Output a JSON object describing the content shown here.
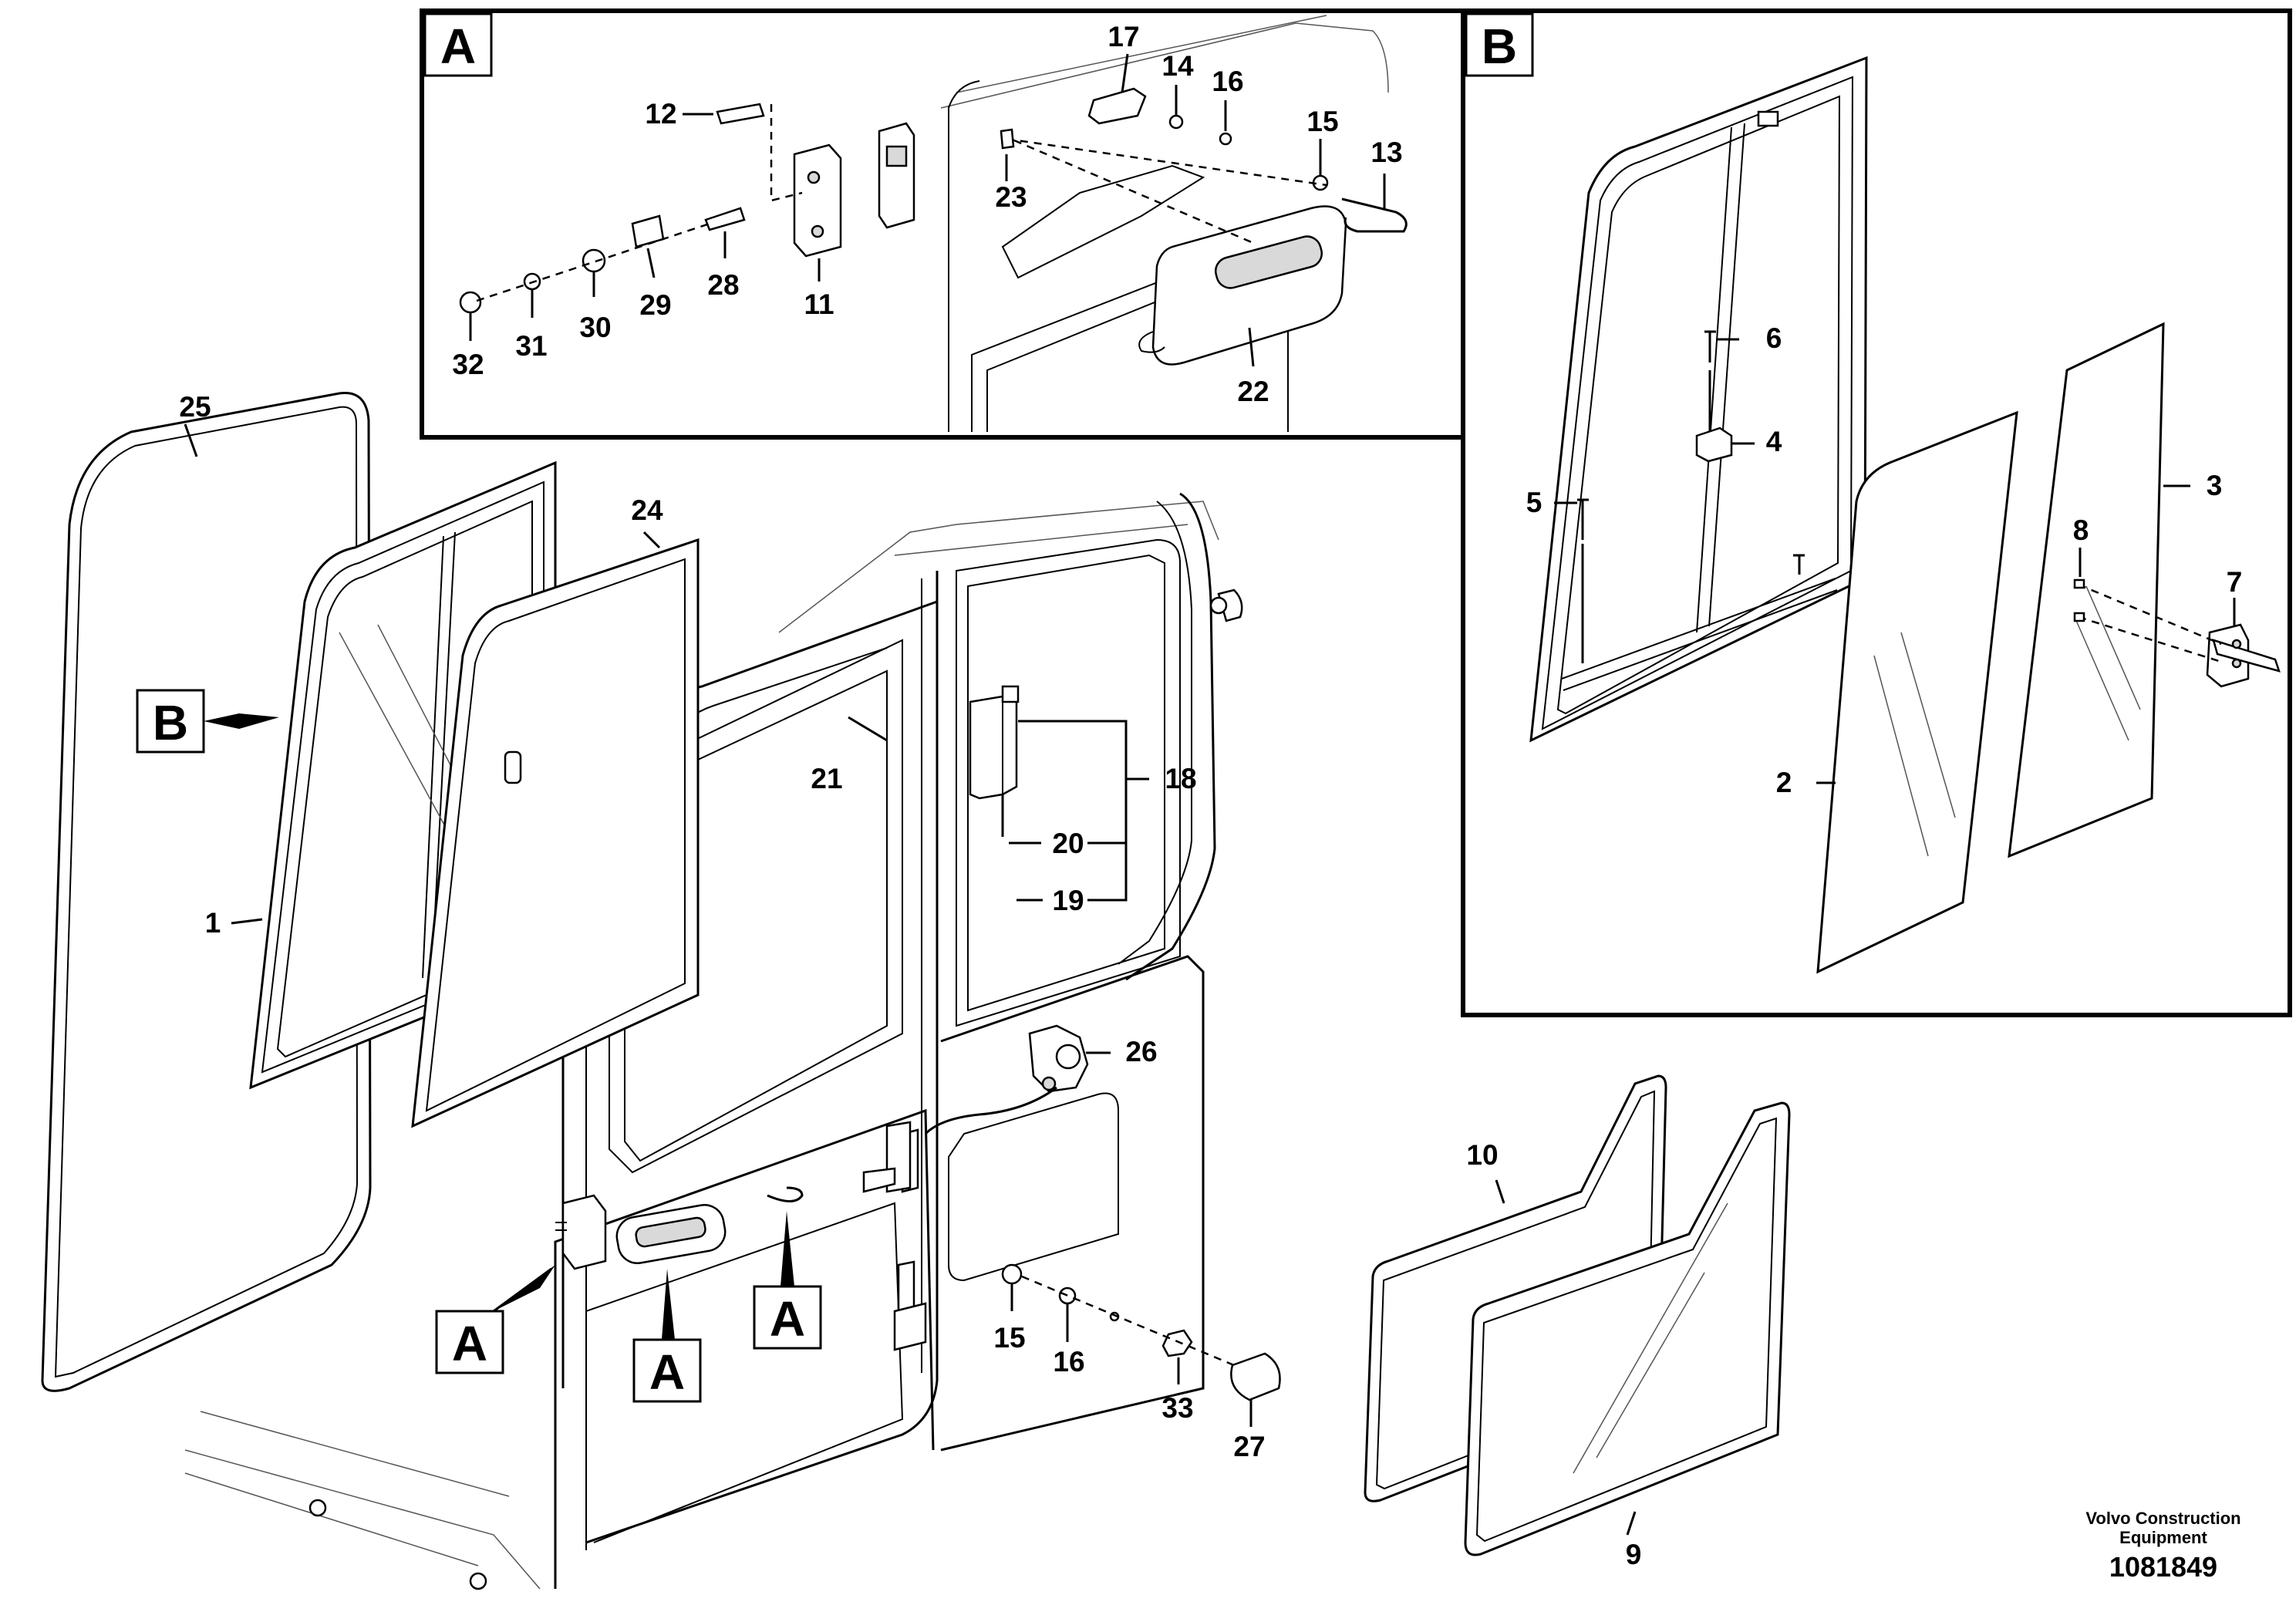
{
  "panels": [
    {
      "id": "A",
      "label": "A"
    },
    {
      "id": "B",
      "label": "B"
    }
  ],
  "callouts": [
    "B",
    "A",
    "A",
    "A"
  ],
  "parts": [
    {
      "key": "p1",
      "number": "1"
    },
    {
      "key": "p2",
      "number": "2"
    },
    {
      "key": "p3",
      "number": "3"
    },
    {
      "key": "p4",
      "number": "4"
    },
    {
      "key": "p5",
      "number": "5"
    },
    {
      "key": "p6",
      "number": "6"
    },
    {
      "key": "p7",
      "number": "7"
    },
    {
      "key": "p8",
      "number": "8"
    },
    {
      "key": "p9",
      "number": "9"
    },
    {
      "key": "p10",
      "number": "10"
    },
    {
      "key": "p11",
      "number": "11"
    },
    {
      "key": "p12",
      "number": "12"
    },
    {
      "key": "p13",
      "number": "13"
    },
    {
      "key": "p14",
      "number": "14"
    },
    {
      "key": "p15a",
      "number": "15"
    },
    {
      "key": "p15b",
      "number": "15"
    },
    {
      "key": "p16a",
      "number": "16"
    },
    {
      "key": "p16b",
      "number": "16"
    },
    {
      "key": "p17",
      "number": "17"
    },
    {
      "key": "p18",
      "number": "18"
    },
    {
      "key": "p19",
      "number": "19"
    },
    {
      "key": "p20",
      "number": "20"
    },
    {
      "key": "p21",
      "number": "21"
    },
    {
      "key": "p22",
      "number": "22"
    },
    {
      "key": "p23",
      "number": "23"
    },
    {
      "key": "p24",
      "number": "24"
    },
    {
      "key": "p25",
      "number": "25"
    },
    {
      "key": "p26",
      "number": "26"
    },
    {
      "key": "p27",
      "number": "27"
    },
    {
      "key": "p28",
      "number": "28"
    },
    {
      "key": "p29",
      "number": "29"
    },
    {
      "key": "p30",
      "number": "30"
    },
    {
      "key": "p31",
      "number": "31"
    },
    {
      "key": "p32",
      "number": "32"
    },
    {
      "key": "p33",
      "number": "33"
    }
  ],
  "footer": {
    "company_line1": "Volvo Construction",
    "company_line2": "Equipment",
    "document_number": "1081849"
  }
}
